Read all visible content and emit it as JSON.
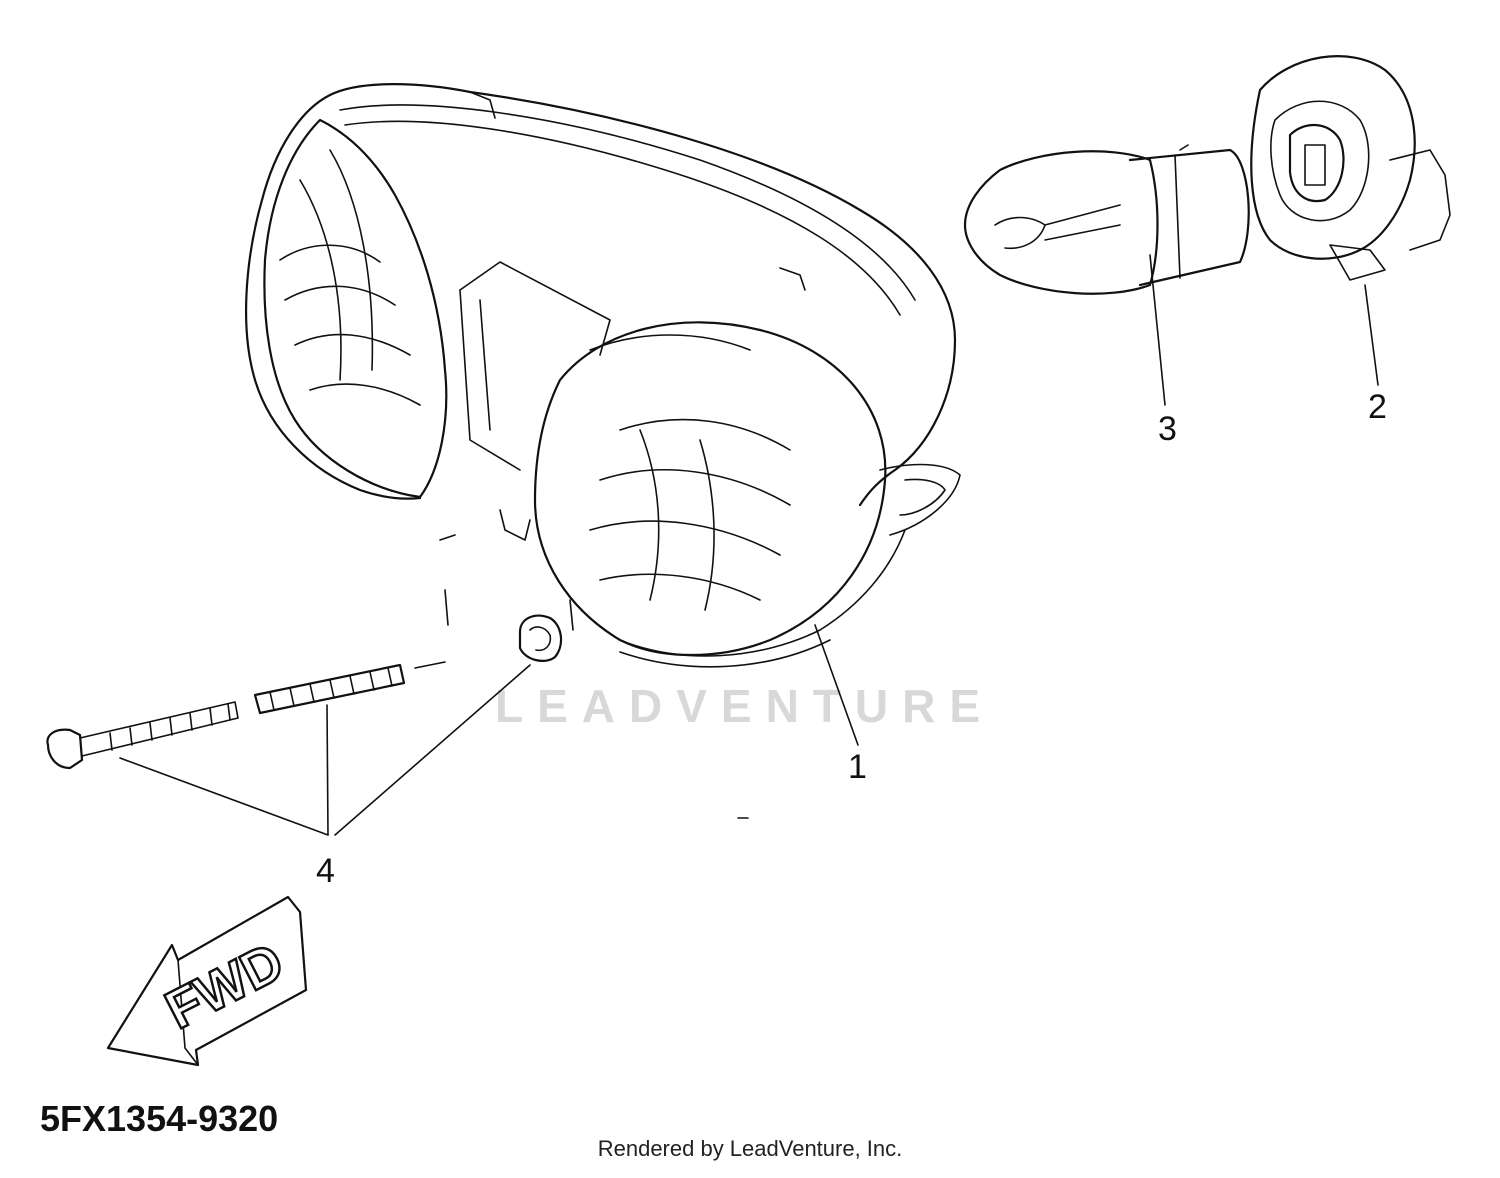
{
  "diagram": {
    "callouts": [
      {
        "id": "1",
        "label": "1"
      },
      {
        "id": "2",
        "label": "2"
      },
      {
        "id": "3",
        "label": "3"
      },
      {
        "id": "4",
        "label": "4"
      }
    ],
    "direction_label": "FWD",
    "part_code": "5FX1354-9320",
    "watermark": "LEADVENTURE",
    "credit": "Rendered by LeadVenture, Inc."
  }
}
